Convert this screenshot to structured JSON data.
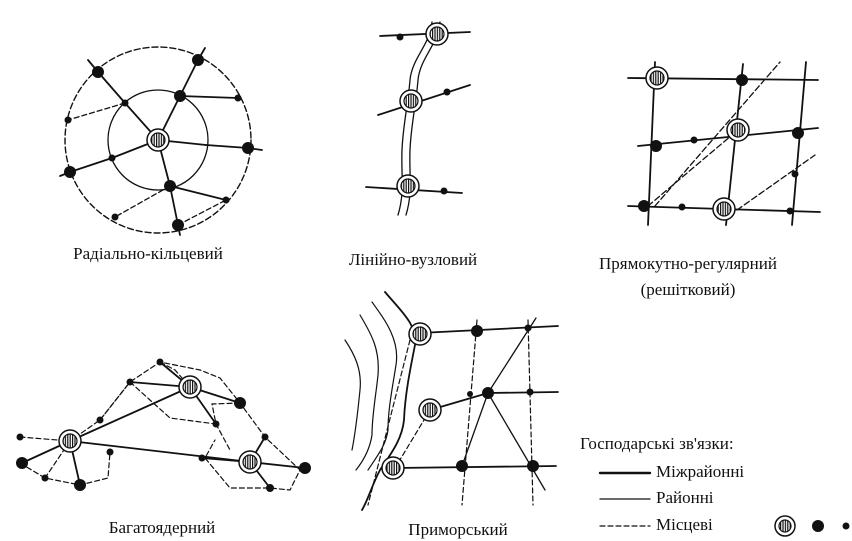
{
  "diagrams": {
    "radial": {
      "label": "Радіально-кільцевий"
    },
    "linear": {
      "label": "Лінійно-вузловий"
    },
    "grid": {
      "label_line1": "Прямокутно-регулярний",
      "label_line2": "(решітковий)"
    },
    "multi": {
      "label": "Багатоядерний"
    },
    "coastal": {
      "label": "Приморський"
    }
  },
  "legend": {
    "title": "Господарські зв'язки:",
    "items": [
      "Міжрайонні",
      "Районні",
      "Місцеві"
    ],
    "symbols": [
      "center-node-icon",
      "large-node-icon",
      "small-node-icon"
    ]
  },
  "colors": {
    "ink": "#111111",
    "background": "#ffffff"
  }
}
